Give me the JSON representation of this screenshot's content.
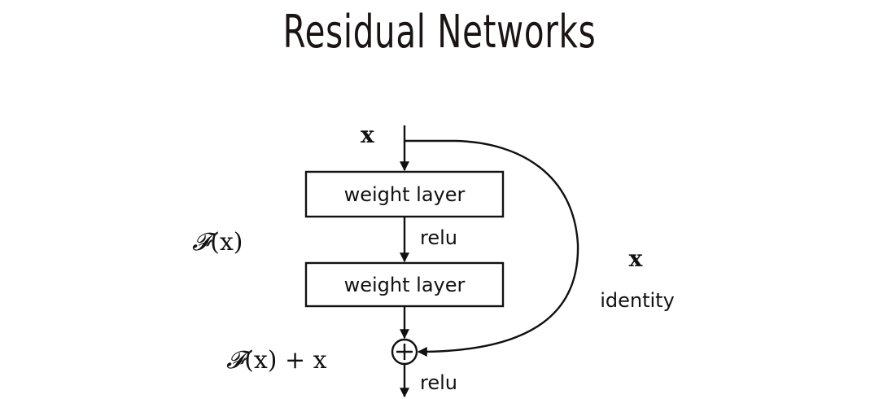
{
  "title": "Residual Networks",
  "diagram": {
    "input_label": "x",
    "layers": [
      {
        "label": "weight layer"
      },
      {
        "label": "weight layer"
      }
    ],
    "activation_between": "relu",
    "activation_output": "relu",
    "residual_label_func": "𝓕",
    "residual_label_arg": "(x)",
    "sum_label_func": "𝓕",
    "sum_label_rest": "(x) + x",
    "skip_label_var": "x",
    "skip_label_name": "identity",
    "add_symbol": "+"
  }
}
